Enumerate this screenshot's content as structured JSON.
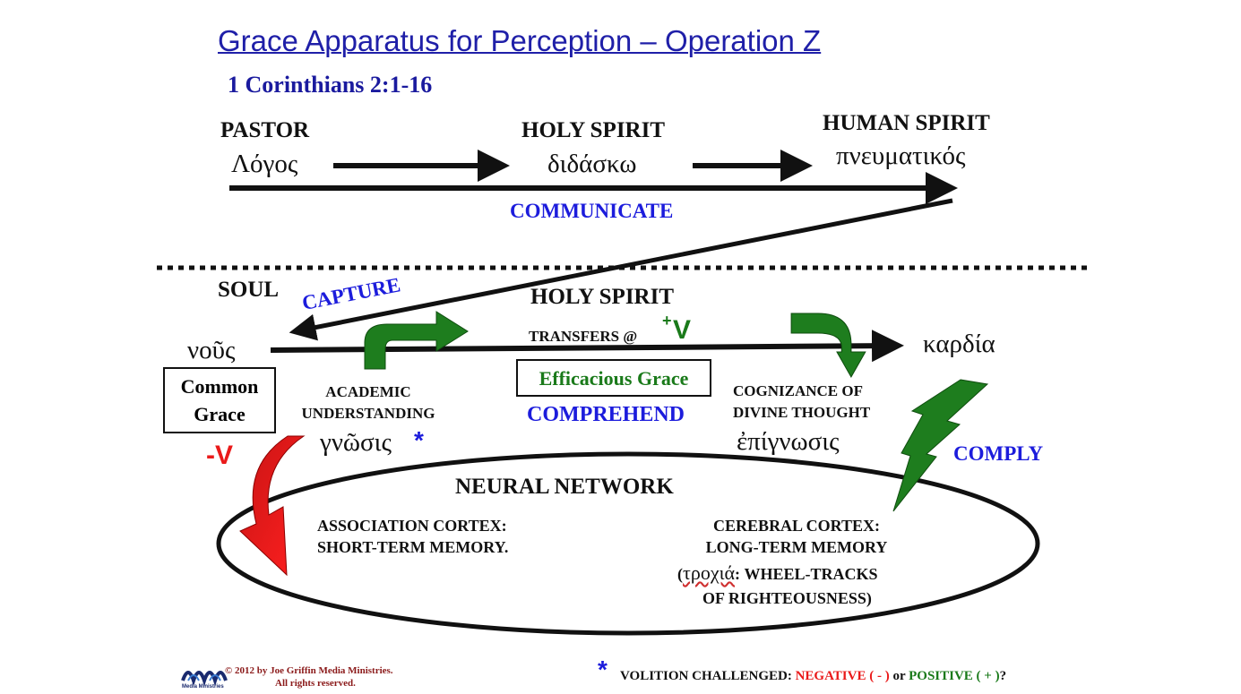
{
  "title": "Grace Apparatus for Perception – Operation Z",
  "subtitle": "1 Corinthians 2:1-16",
  "top_row": {
    "pastor_label": "PASTOR",
    "pastor_greek": "Λόγος",
    "holy_spirit_label": "HOLY SPIRIT",
    "holy_spirit_greek": "διδάσκω",
    "human_spirit_label": "HUMAN SPIRIT",
    "human_spirit_greek": "πνευματικός",
    "communicate": "COMMUNICATE"
  },
  "soul_section": {
    "soul_label": "SOUL",
    "capture": "CAPTURE",
    "holy_spirit_label": "HOLY SPIRIT",
    "transfers": "TRANSFERS @",
    "plus_v_sup": "+",
    "plus_v": "V",
    "nous": "νοῦς",
    "kardia": "καρδία",
    "common_grace_line1": "Common",
    "common_grace_line2": "Grace",
    "minus_v": "-V",
    "academic_line1": "ACADEMIC",
    "academic_line2": "UNDERSTANDING",
    "gnosis": "γνῶσις",
    "gnosis_star": "*",
    "efficacious_grace": "Efficacious Grace",
    "comprehend": "COMPREHEND",
    "cognizance_line1": "COGNIZANCE OF",
    "cognizance_line2": "DIVINE THOUGHT",
    "epignosis": "ἐπίγνωσις",
    "comply": "COMPLY"
  },
  "neural_network": {
    "label": "NEURAL NETWORK",
    "assoc_line1": "ASSOCIATION CORTEX:",
    "assoc_line2": "SHORT-TERM MEMORY.",
    "cerebral_line1": "CEREBRAL CORTEX:",
    "cerebral_line2": "LONG-TERM MEMORY",
    "trochia_open": "(",
    "trochia_greek": "τροχιά",
    "trochia_rest": ": WHEEL-TRACKS",
    "trochia_line2": "OF RIGHTEOUSNESS)"
  },
  "footer": {
    "logo_text": "Media Ministries",
    "copyright_line1": "© 2012 by Joe Griffin Media Ministries.",
    "copyright_line2": "All rights reserved.",
    "star": "*",
    "volition_prefix": "VOLITION CHALLENGED: ",
    "negative": "NEGATIVE ( - )",
    "or_text": " or ",
    "positive": "POSITIVE ( + )",
    "question": "?"
  },
  "colors": {
    "title_blue": "#1f1fa8",
    "label_blue": "#1c1cdc",
    "green": "#1a7a1a",
    "arrow_green": "#1e7d1e",
    "red": "#ea1a1a"
  },
  "icons": [
    "curved-arrow-right-icon",
    "curved-arrow-down-icon",
    "lightning-bolt-icon",
    "red-curved-arrow-icon",
    "media-ministries-logo-icon"
  ]
}
